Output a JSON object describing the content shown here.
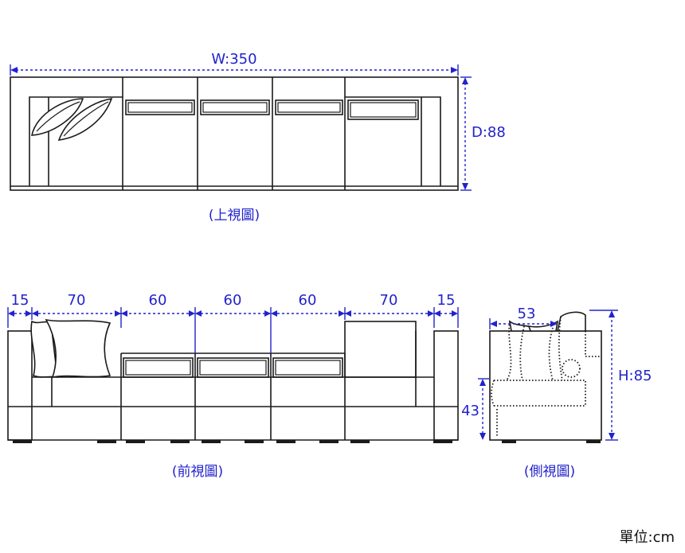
{
  "top_view": {
    "width_label": "W:350",
    "depth_label": "D:88",
    "caption": "(上視圖)"
  },
  "front_view": {
    "segment_labels": [
      "15",
      "70",
      "60",
      "60",
      "60",
      "70",
      "15"
    ],
    "caption": "(前視圖)"
  },
  "side_view": {
    "depth_label": "53",
    "seat_height_label": "43",
    "height_label": "H:85",
    "caption": "(側視圖)"
  },
  "unit_label": "單位:cm",
  "colors": {
    "dimension": "#2222cc",
    "outline": "#1a1a1a"
  }
}
